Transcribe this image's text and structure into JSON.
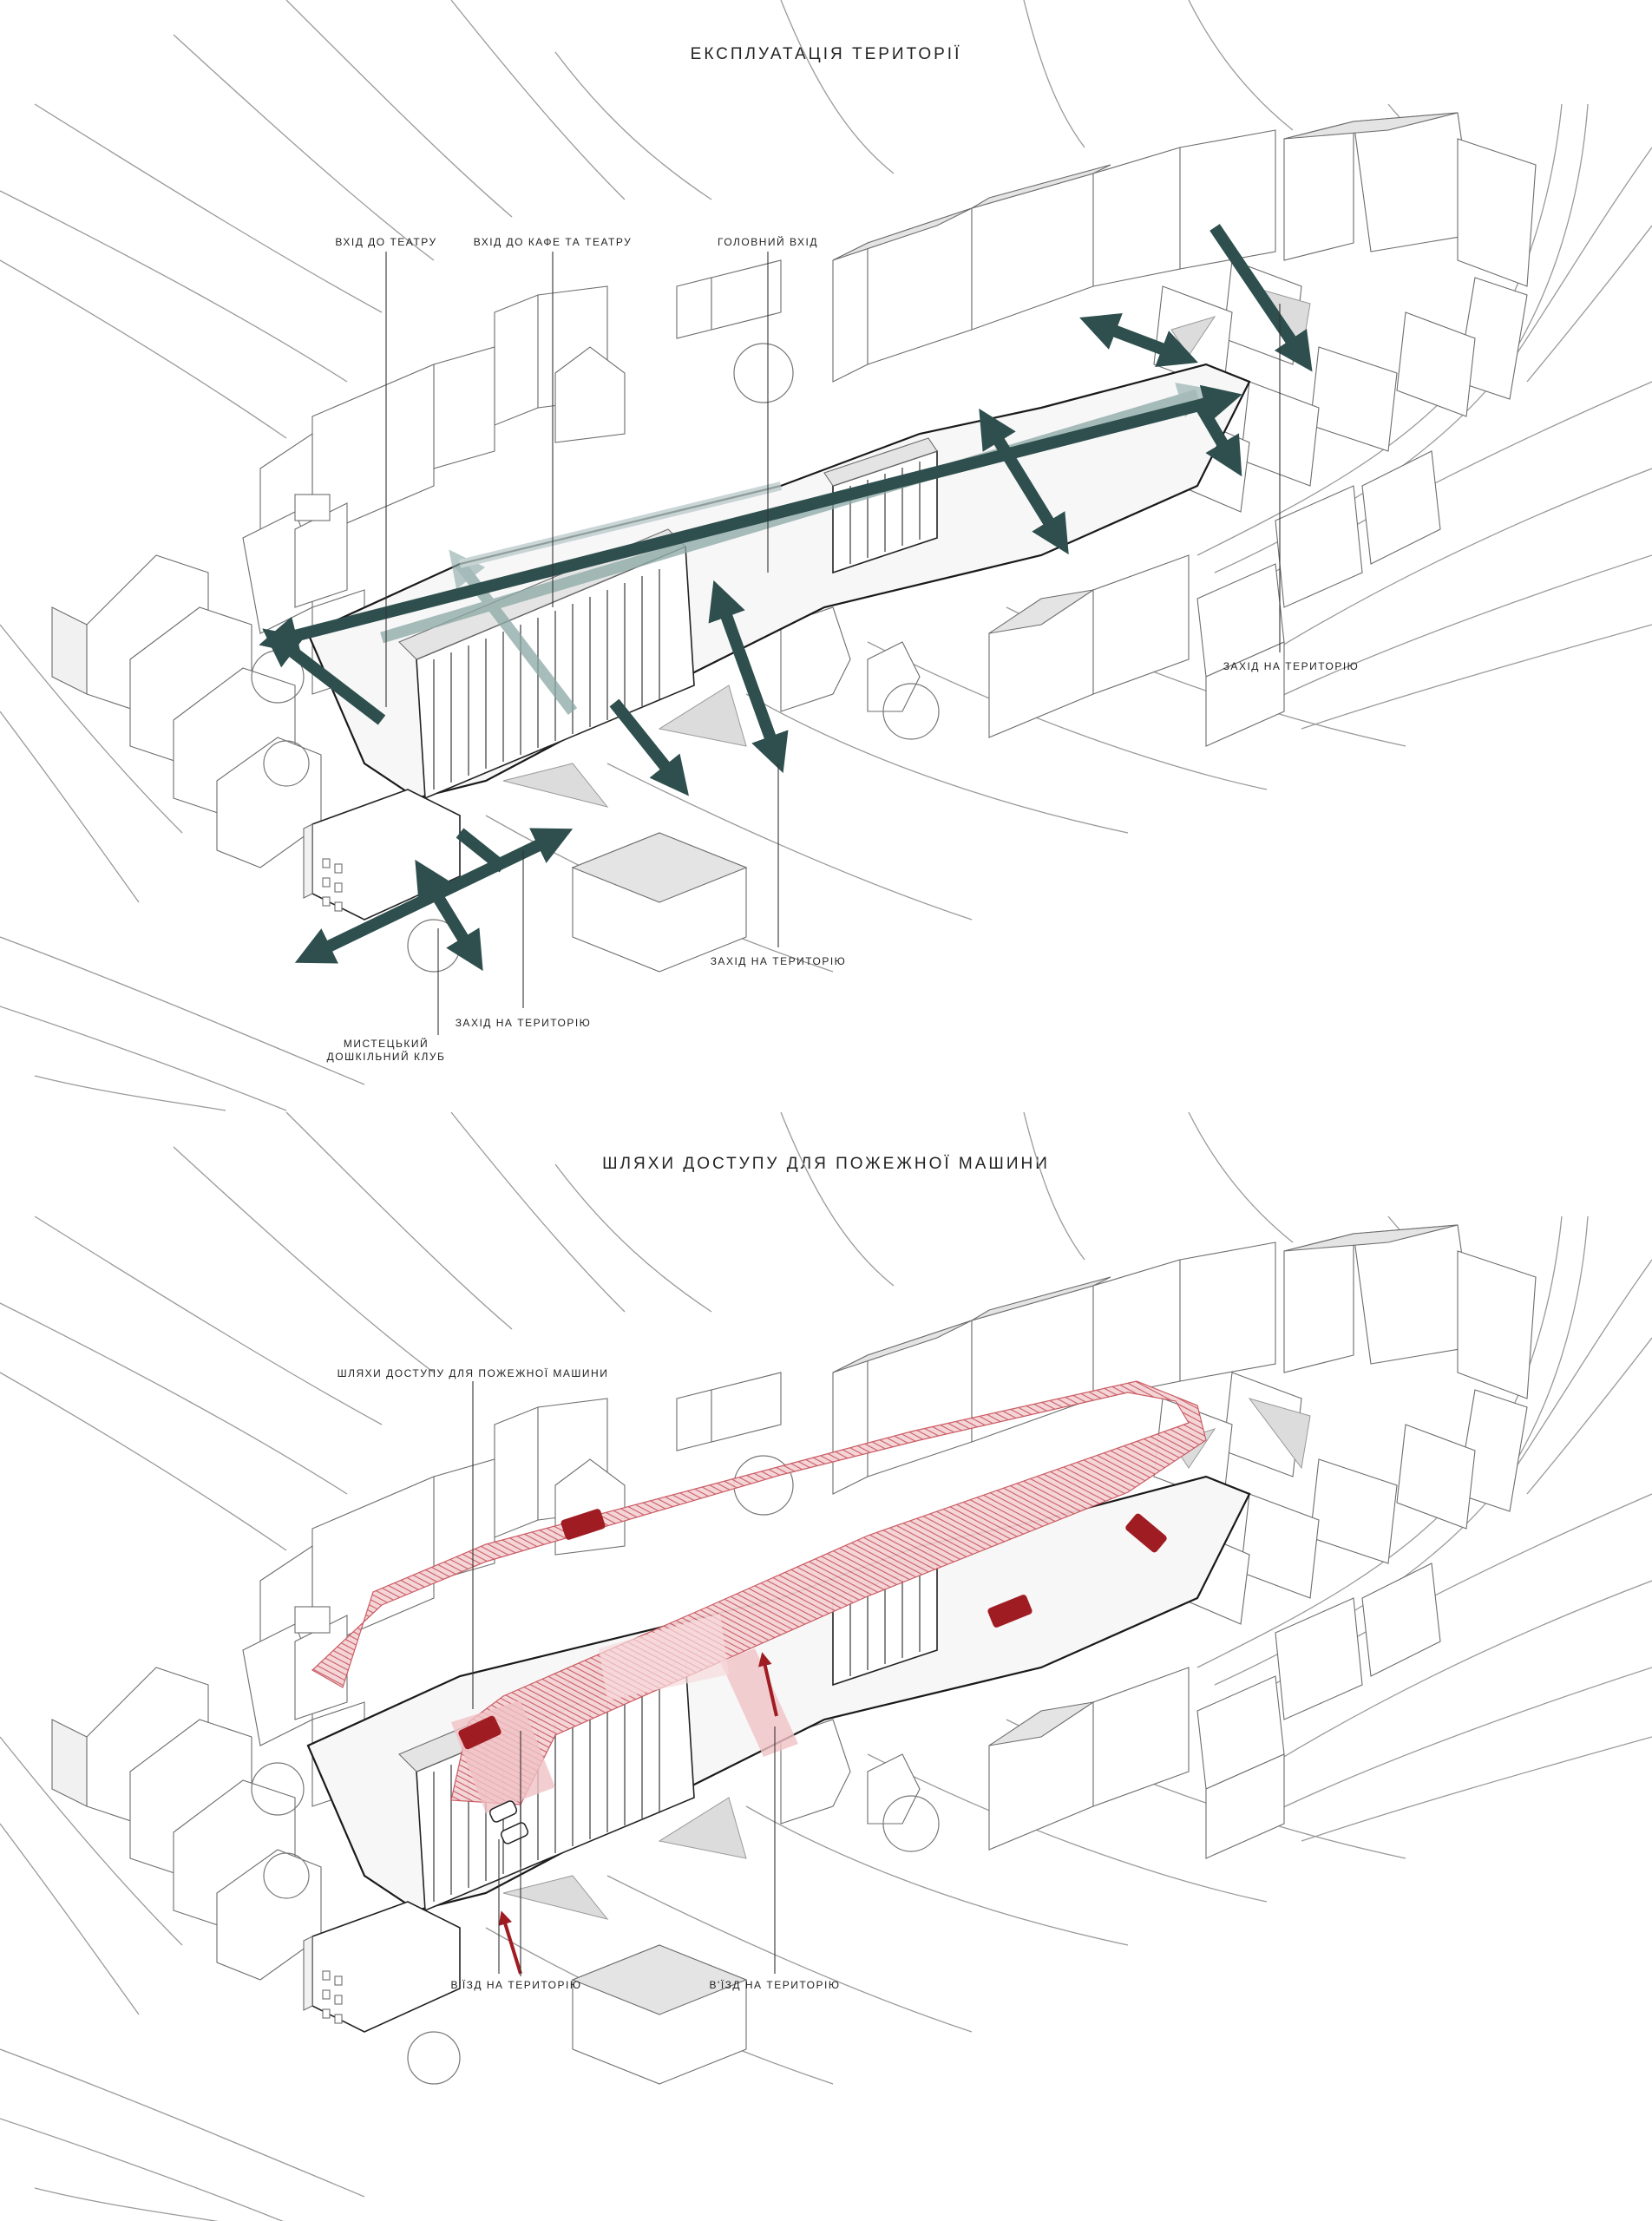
{
  "colors": {
    "movement_arrow": "#2e4f4d",
    "fire_route": "#c9545c",
    "fire_truck": "#9f1c22",
    "entry_arrow": "#9f1c22"
  },
  "panels": [
    {
      "title": "ЕКСПЛУАТАЦІЯ ТЕРИТОРІЇ",
      "labels": [
        "ВХІД ДО ТЕАТРУ",
        "ВХІД ДО КАФЕ ТА ТЕАТРУ",
        "ГОЛОВНИЙ ВХІД",
        "ЗАХІД НА ТЕРИТОРІЮ",
        "ЗАХІД НА ТЕРИТОРІЮ",
        "ЗАХІД НА ТЕРИТОРІЮ",
        "МИСТЕЦЬКИЙ",
        "ДОШКІЛЬНИЙ КЛУБ"
      ]
    },
    {
      "title": "ШЛЯХИ ДОСТУПУ ДЛЯ ПОЖЕЖНОЇ МАШИНИ",
      "labels": [
        "ШЛЯХИ ДОСТУПУ ДЛЯ ПОЖЕЖНОЇ МАШИНИ",
        "В'ЇЗД  НА ТЕРИТОРІЮ",
        "В'ЇЗД  НА ТЕРИТОРІЮ"
      ]
    }
  ]
}
